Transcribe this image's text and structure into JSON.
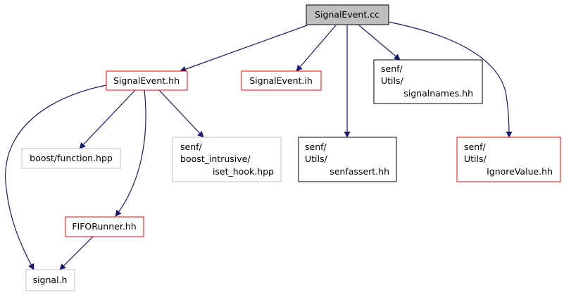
{
  "colors": {
    "edge": "#191970",
    "root_fill": "#bfbfbf",
    "root_border": "#000000",
    "missing_border": "#ff0000",
    "normal_border": "#000000",
    "external_border": "#bfbfbf"
  },
  "nodes": {
    "signalevent_cc": {
      "lines": [
        "SignalEvent.cc"
      ]
    },
    "signalevent_hh": {
      "lines": [
        "SignalEvent.hh"
      ]
    },
    "signalevent_ih": {
      "lines": [
        "SignalEvent.ih"
      ]
    },
    "signalnames_hh": {
      "lines": [
        "senf/",
        "Utils/",
        "signalnames.hh"
      ]
    },
    "boost_function": {
      "lines": [
        "boost/function.hpp"
      ]
    },
    "iset_hook": {
      "lines": [
        "senf/",
        "boost_intrusive/",
        "iset_hook.hpp"
      ]
    },
    "senfassert_hh": {
      "lines": [
        "senf/",
        "Utils/",
        "senfassert.hh"
      ]
    },
    "ignorevalue_hh": {
      "lines": [
        "senf/",
        "Utils/",
        "IgnoreValue.hh"
      ]
    },
    "fiforunner_hh": {
      "lines": [
        "FIFORunner.hh"
      ]
    },
    "signal_h": {
      "lines": [
        "signal.h"
      ]
    }
  },
  "edges": [
    {
      "from": "signalevent_cc",
      "to": "signalevent_hh"
    },
    {
      "from": "signalevent_cc",
      "to": "signalevent_ih"
    },
    {
      "from": "signalevent_cc",
      "to": "signalnames_hh"
    },
    {
      "from": "signalevent_cc",
      "to": "senfassert_hh"
    },
    {
      "from": "signalevent_cc",
      "to": "ignorevalue_hh"
    },
    {
      "from": "signalevent_hh",
      "to": "boost_function"
    },
    {
      "from": "signalevent_hh",
      "to": "iset_hook"
    },
    {
      "from": "signalevent_hh",
      "to": "fiforunner_hh"
    },
    {
      "from": "signalevent_hh",
      "to": "signal_h"
    },
    {
      "from": "fiforunner_hh",
      "to": "signal_h"
    }
  ]
}
